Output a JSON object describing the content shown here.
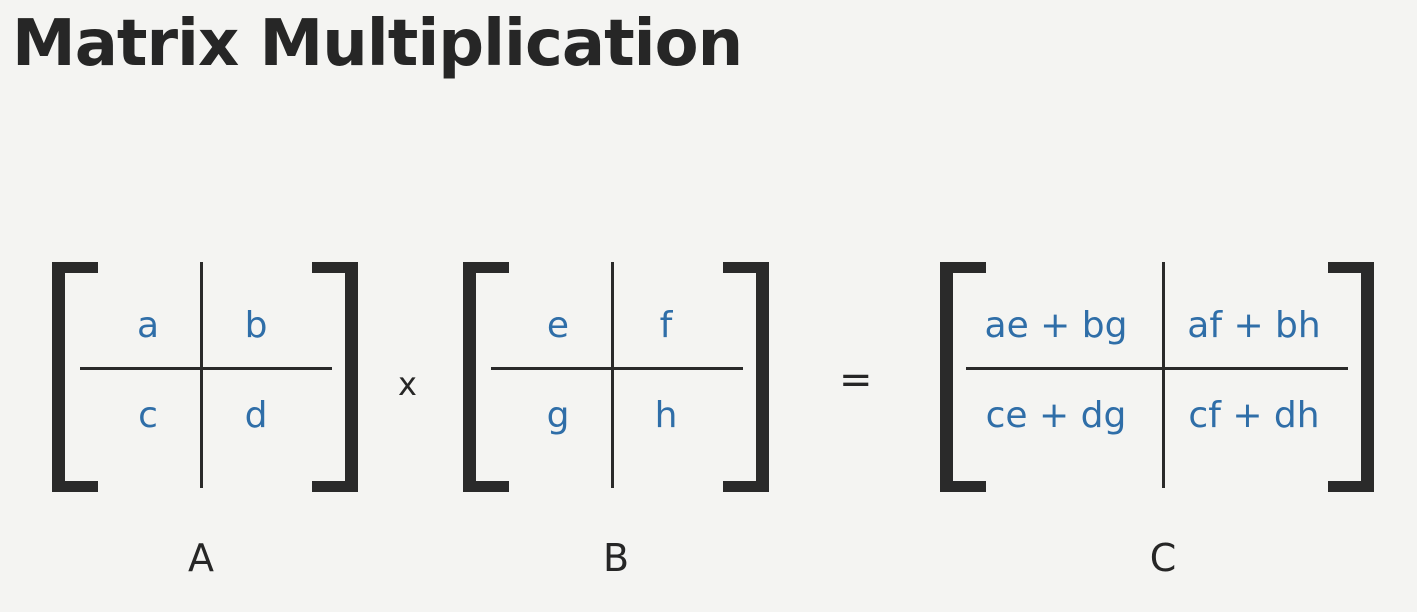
{
  "title": "Matrix Multiplication",
  "operators": {
    "times": "x",
    "equals": "="
  },
  "matrices": [
    {
      "label": "A",
      "cells": [
        "a",
        "b",
        "c",
        "d"
      ]
    },
    {
      "label": "B",
      "cells": [
        "e",
        "f",
        "g",
        "h"
      ]
    },
    {
      "label": "C",
      "cells": [
        "ae + bg",
        "af + bh",
        "ce + dg",
        "cf + dh"
      ]
    }
  ],
  "colors": {
    "text": "#262626",
    "cell_text": "#2f6ea8",
    "background": "#f4f4f2"
  }
}
